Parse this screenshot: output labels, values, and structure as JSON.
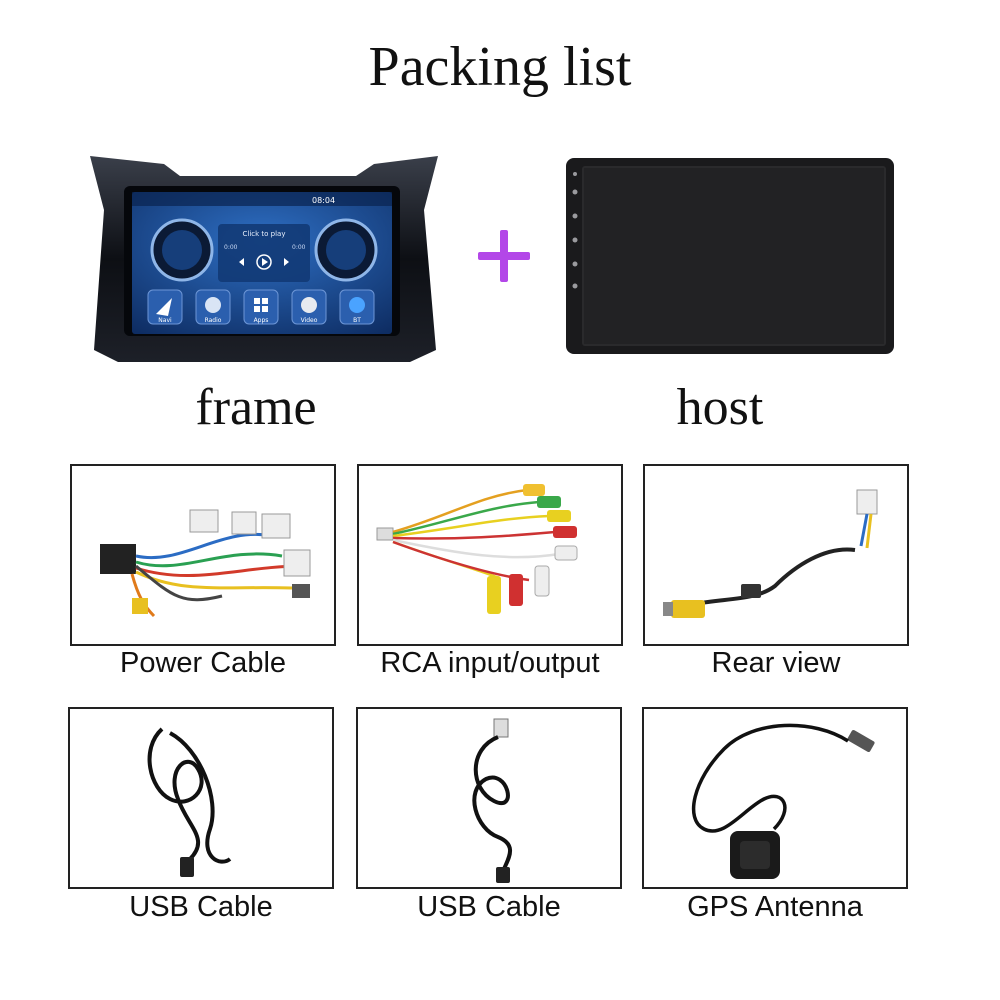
{
  "page": {
    "title": "Packing list",
    "frame_label": "frame",
    "host_label": "host"
  },
  "frame_screen": {
    "time": "08:04",
    "media_prompt": "Click to play",
    "time_left": "0:00",
    "time_right": "0:00",
    "apps": [
      "Navi",
      "Radio",
      "Apps",
      "Video",
      "BT"
    ]
  },
  "items": [
    {
      "label": "Power Cable",
      "icon": "power-cable-icon"
    },
    {
      "label": "RCA input/output",
      "icon": "rca-cable-icon"
    },
    {
      "label": "Rear view",
      "icon": "rear-view-cable-icon"
    },
    {
      "label": "USB Cable",
      "icon": "usb-cable-icon"
    },
    {
      "label": "USB Cable",
      "icon": "usb-cable-icon"
    },
    {
      "label": "GPS Antenna",
      "icon": "gps-antenna-icon"
    }
  ],
  "colors": {
    "accent_plus": "#b347e8",
    "screen_blue": "#1e4f9c"
  }
}
